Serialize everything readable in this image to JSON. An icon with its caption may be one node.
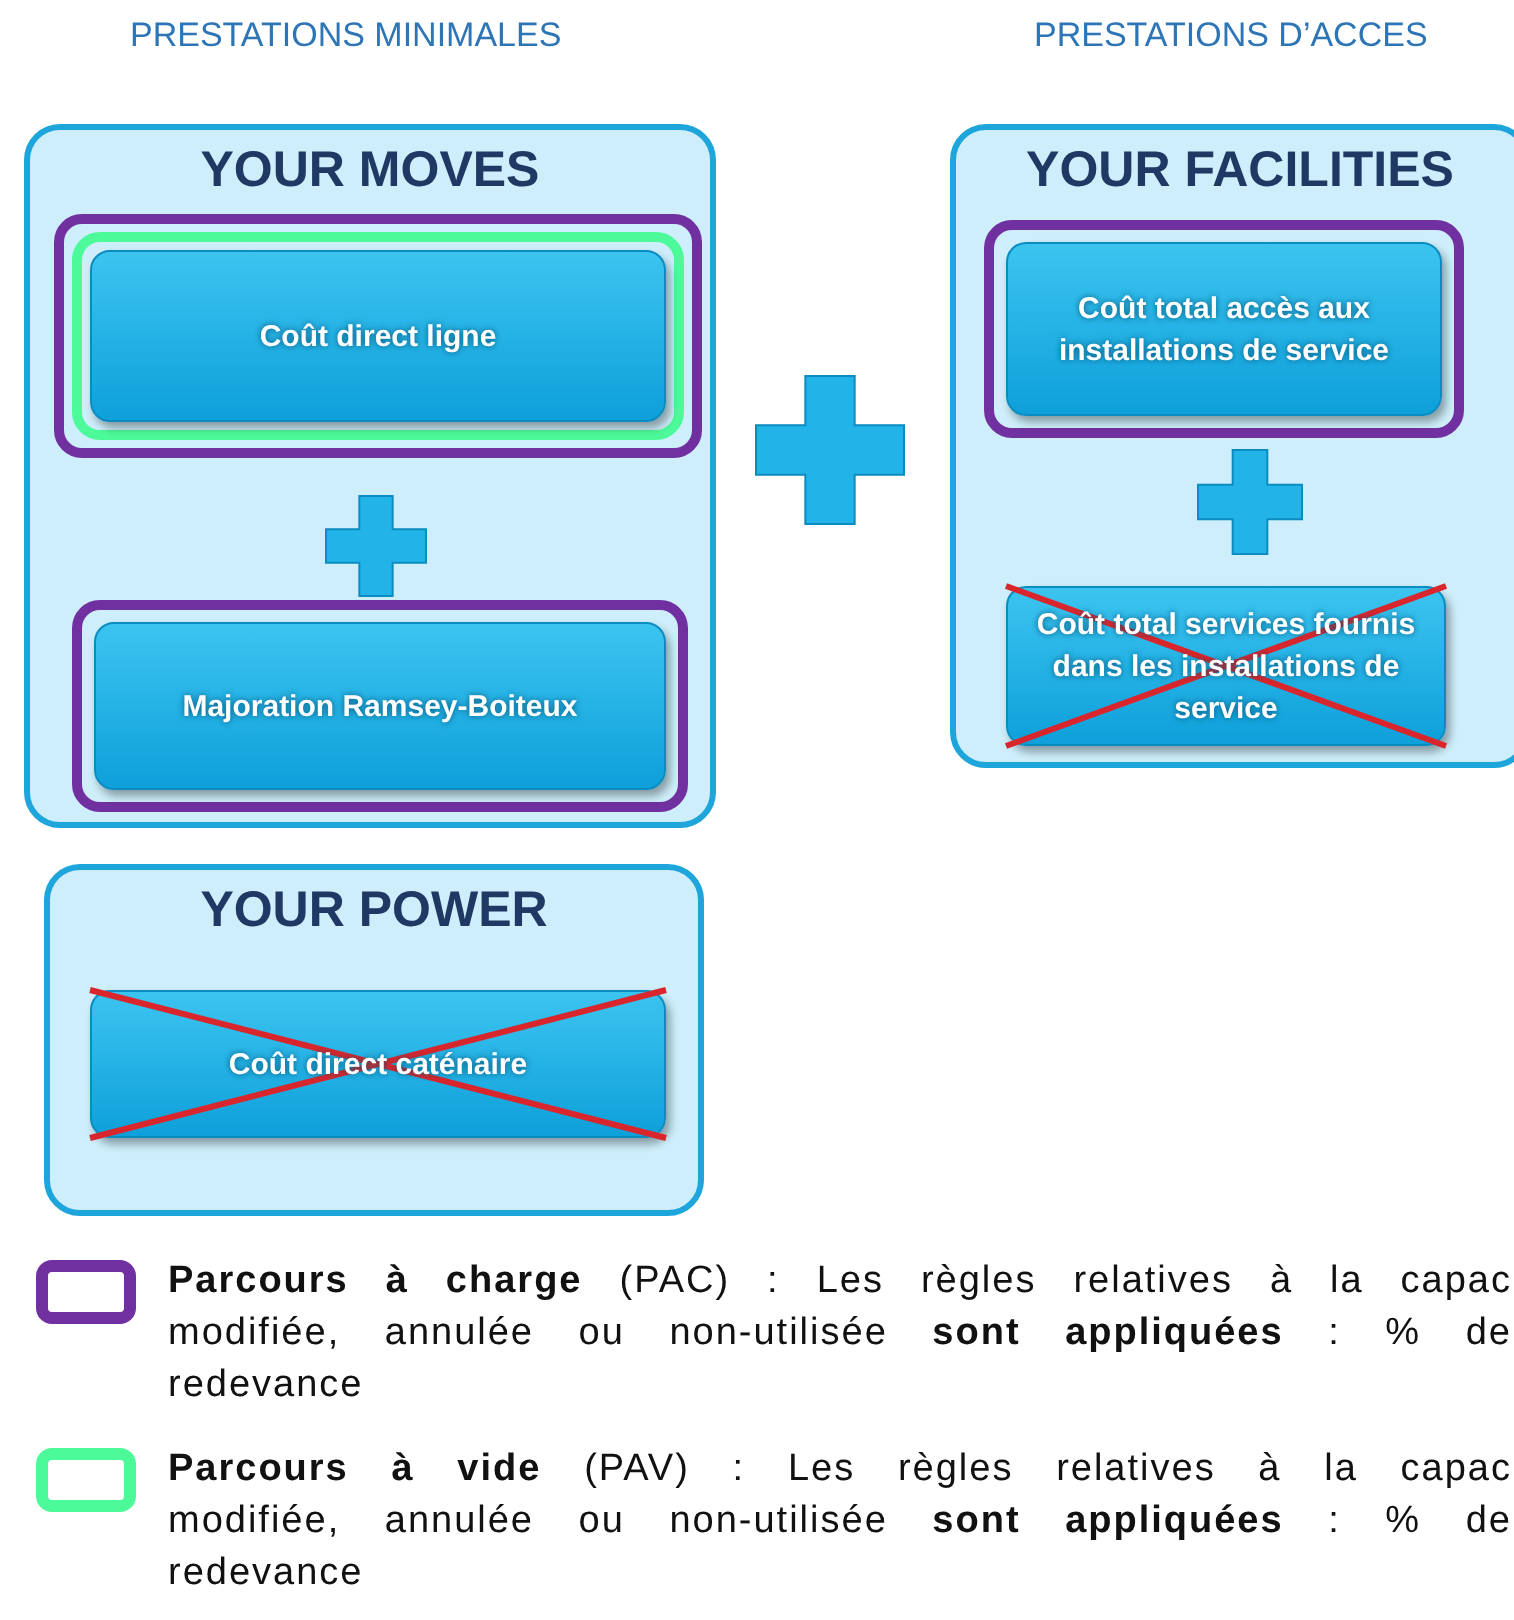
{
  "diagram": {
    "nodes": [
      {
        "text": [
          "YOUR MOVES"
        ]
      },
      {
        "text": [
          "Coût direct ligne"
        ],
        "in": 0
      },
      {
        "text": [
          "Majoration Ramsey-Boiteux"
        ],
        "in": 0
      },
      {
        "text": [
          "YOUR FACILITIES"
        ]
      },
      {
        "text": [
          "Coût total accès aux installations de service"
        ],
        "in": 3
      },
      {
        "text": [
          "Coût total services fournis dans les installations de service"
        ],
        "in": 3
      },
      {
        "text": [
          "YOUR POWER"
        ]
      },
      {
        "text": [
          "Coût direct caténaire"
        ],
        "in": 6
      }
    ],
    "edges": [],
    "labels": [
      "PRESTATIONS MINIMALES",
      "PRESTATIONS D’ACCES"
    ],
    "legend": [
      {
        "text": "**Parcours à charge** (PAC) : Les règles relatives à la capac modifiée, annulée ou non-utilisée **sont appliquées** : % de redevance",
        "color": "#7030a0"
      },
      {
        "text": "**Parcours à vide** (PAV) : Les règles relatives à la capac modifiée, annulée ou non-utilisée **sont appliquées** : % de redevance",
        "color": "#4dfa9a"
      }
    ]
  }
}
